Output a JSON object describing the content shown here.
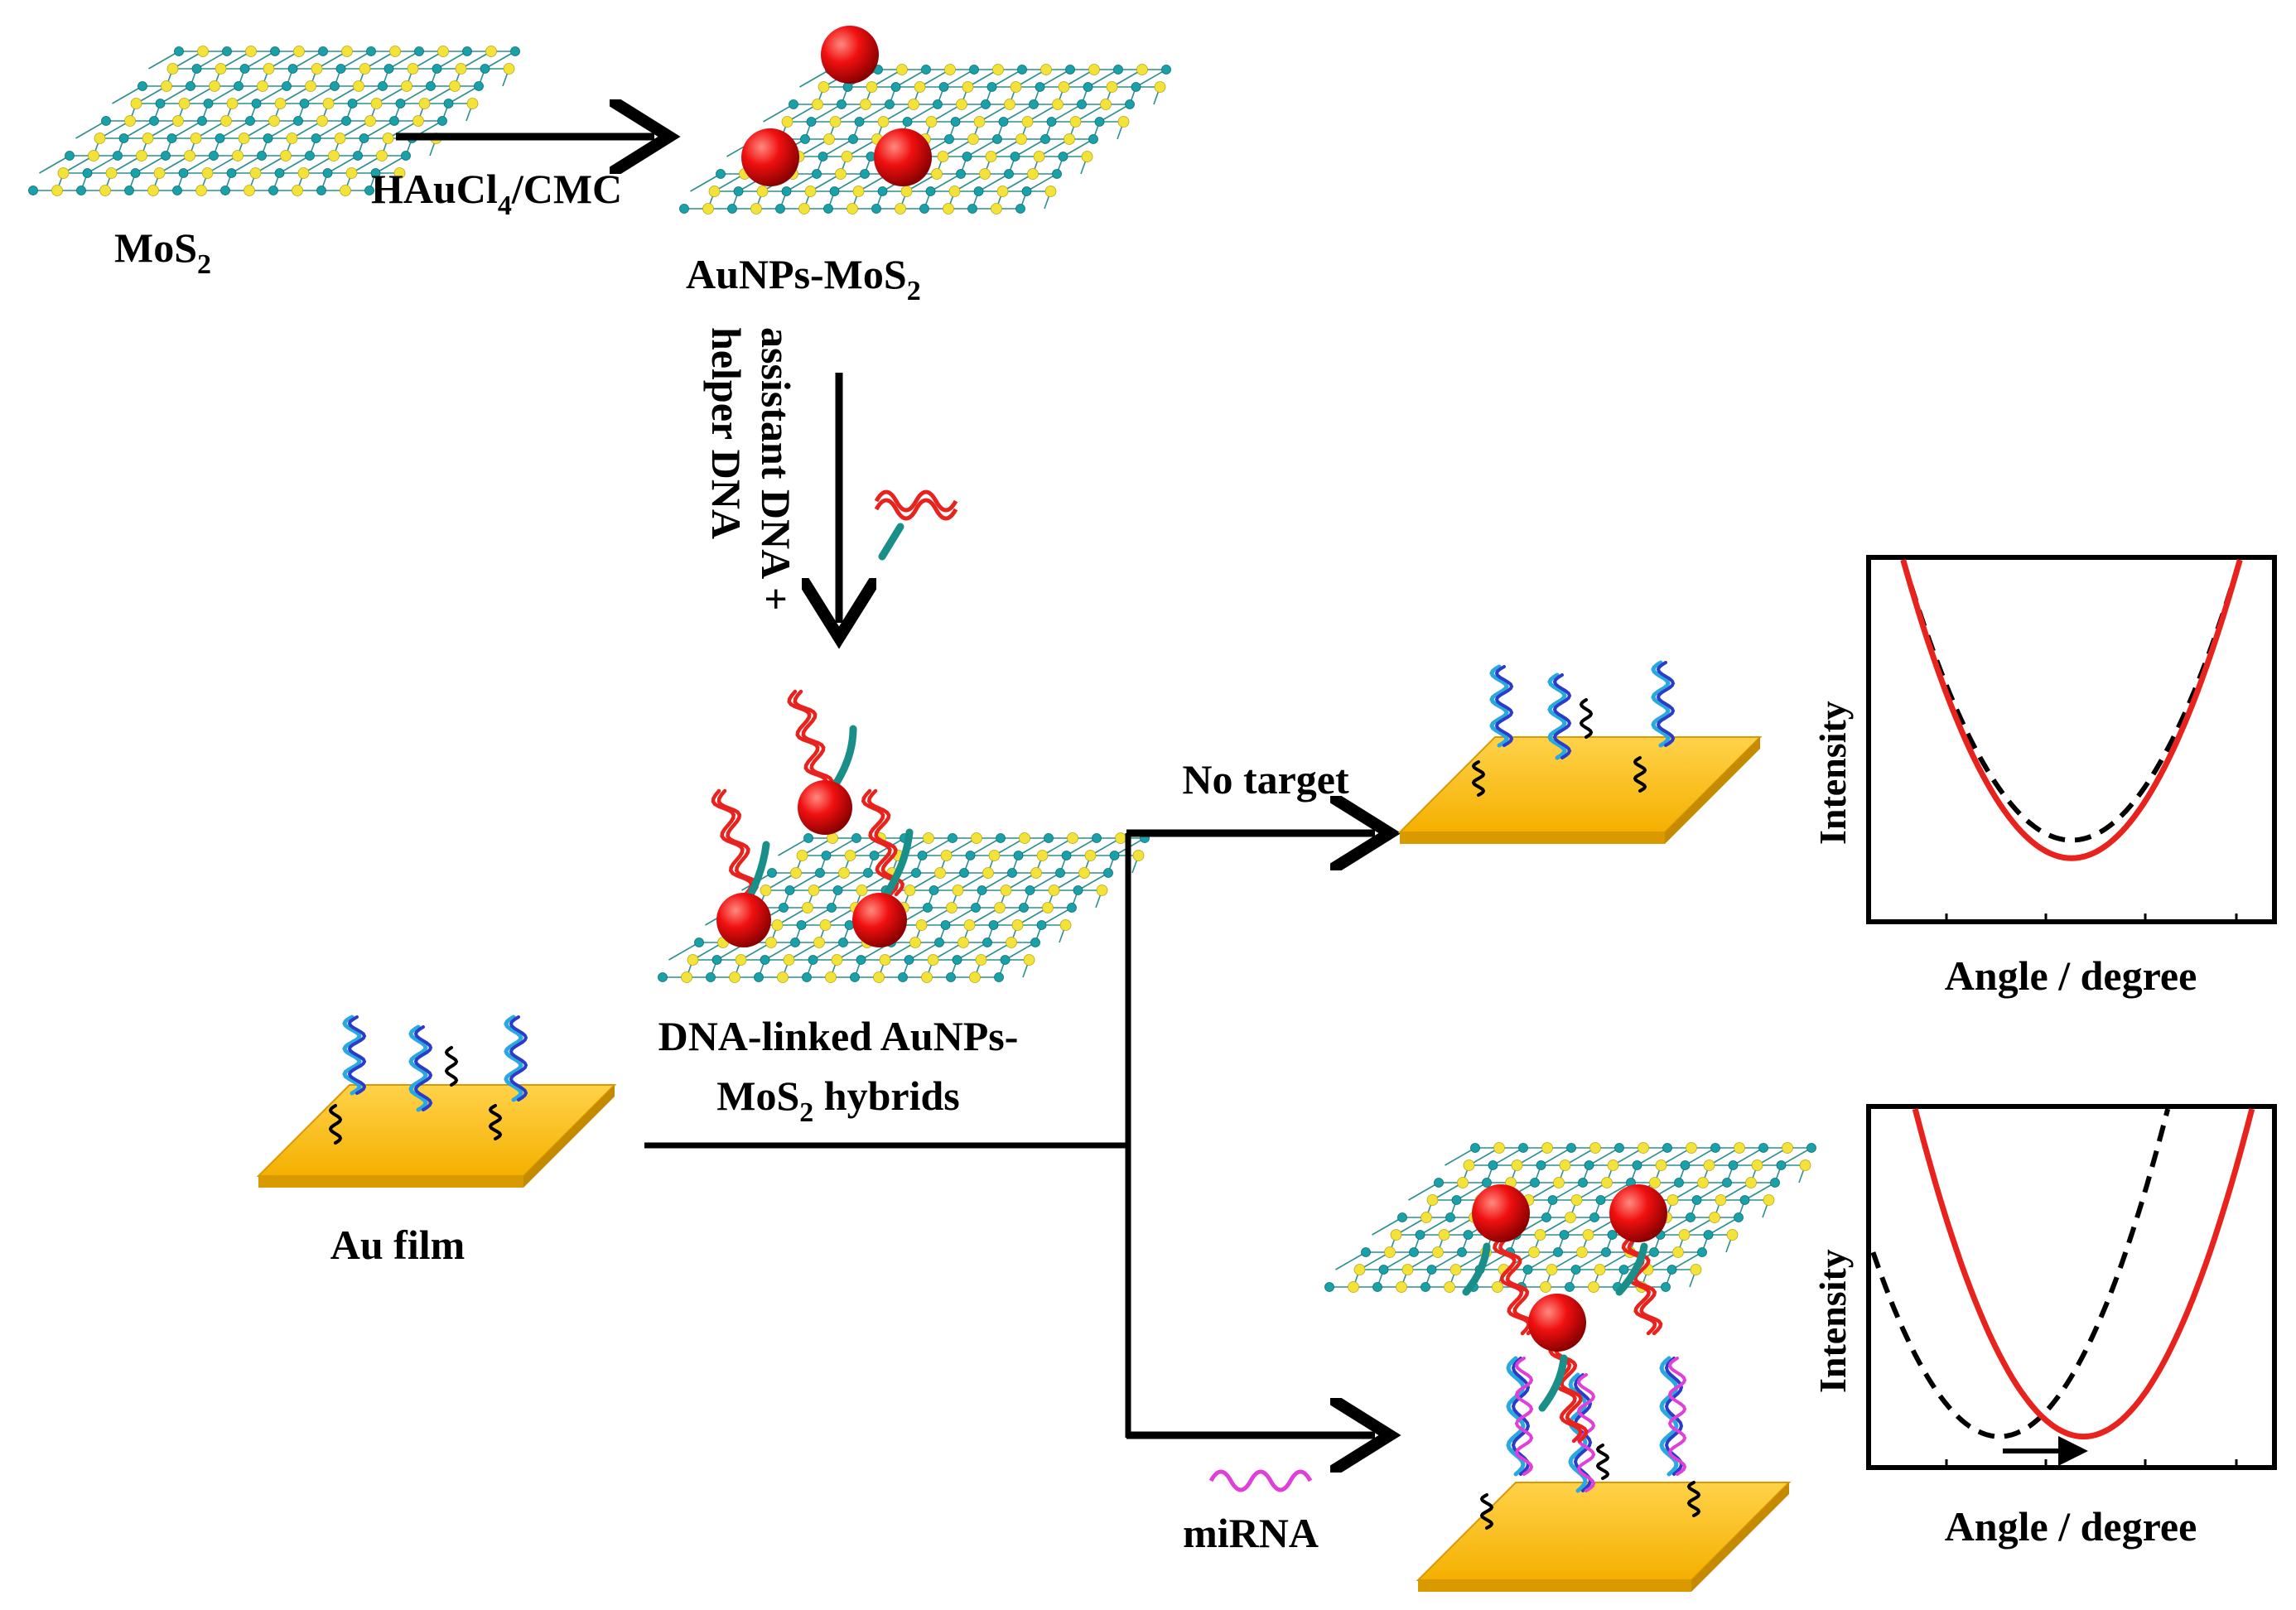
{
  "labels": {
    "mos2": "MoS",
    "mos2_sub": "2",
    "reagent_pre": "HAuCl",
    "reagent_sub": "4",
    "reagent_post": "/CMC",
    "aunps_mos2": "AuNPs-MoS",
    "aunps_mos2_sub": "2",
    "vertical_line1": "assistant DNA +",
    "vertical_line2": "helper DNA",
    "hybrid_line1": "DNA-linked AuNPs-",
    "hybrid_line2_pre": "MoS",
    "hybrid_line2_sub": "2",
    "hybrid_line2_post": " hybrids",
    "au_film": "Au film",
    "no_target": "No target",
    "mirna": "miRNA"
  },
  "plots": [
    {
      "ylabel": "Intensity",
      "xlabel": "Angle / degree",
      "curves": [
        {
          "style": "dashed",
          "color": "#000000",
          "minimum_x": 0.5,
          "minimum_y": 0.22
        },
        {
          "style": "solid",
          "color": "#e8231d",
          "minimum_x": 0.5,
          "minimum_y": 0.17
        }
      ],
      "shift_arrow": false
    },
    {
      "ylabel": "Intensity",
      "xlabel": "Angle / degree",
      "curves": [
        {
          "style": "dashed",
          "color": "#000000",
          "minimum_x": 0.32,
          "minimum_y": 0.08
        },
        {
          "style": "solid",
          "color": "#e8231d",
          "minimum_x": 0.53,
          "minimum_y": 0.08
        }
      ],
      "shift_arrow": true
    }
  ],
  "colors": {
    "gold": "#f5b400",
    "nanoparticle": "#e00000",
    "mo_atom": "#1aa0a8",
    "s_atom": "#f2e23a",
    "probe_dna_top": "#2aa8e0",
    "probe_dna_bottom": "#2a3cc8",
    "assistant_dna": "#e8231d",
    "helper_dna": "#1a8f8a",
    "mirna": "#e040d8",
    "curve_red": "#e8231d"
  }
}
